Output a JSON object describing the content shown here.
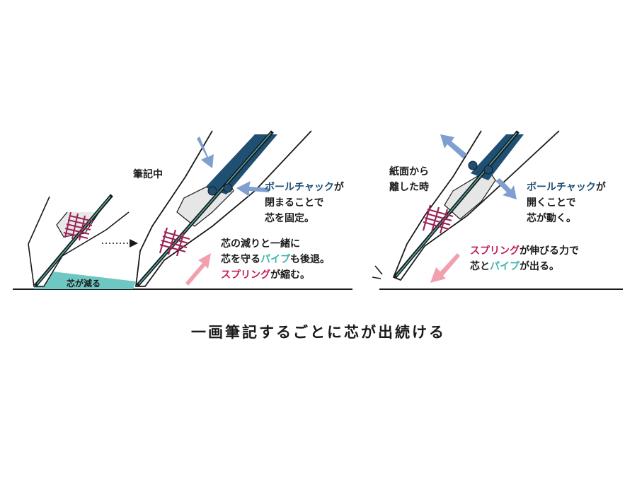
{
  "left_panel": {
    "lead_decreases": "芯が減る",
    "writing": "筆記中",
    "ball_chuck_note": {
      "name": "ボールチャック",
      "rest1": "が",
      "line2": "閉まることで",
      "line3": "芯を固定。"
    },
    "pipe_note": {
      "line1": "芯の減りと一緒に",
      "pre2": "芯を守る",
      "pipe": "パイプ",
      "post2": "も後退。",
      "spring": "スプリング",
      "post3": "が縮む。"
    }
  },
  "right_panel": {
    "lifted": {
      "line1": "紙面から",
      "line2": "離した時"
    },
    "ball_chuck_note": {
      "name": "ボールチャック",
      "rest1": "が",
      "line2": "開くことで",
      "line3": "芯が動く。"
    },
    "spring_note": {
      "spring": "スプリング",
      "post1": "が伸びる力で",
      "pre2": "芯と",
      "pipe": "パイプ",
      "post2": "が出る。"
    }
  },
  "caption": "一画筆記するごとに芯が出続ける",
  "colors": {
    "navy": "#1f4f73",
    "teal": "#3fb5ad",
    "pink": "#c4195c",
    "arrow_blue": "#7f9fd0",
    "arrow_pink": "#f2a0ae"
  }
}
